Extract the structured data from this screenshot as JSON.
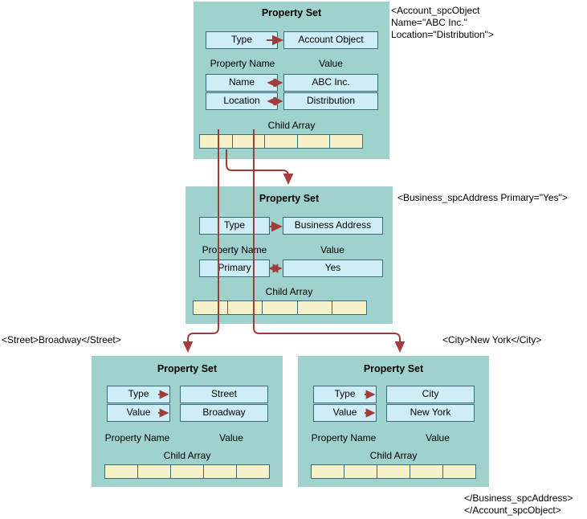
{
  "diagram": {
    "title_label": "Property Set",
    "colors": {
      "panel": "#9fd2cd",
      "cell": "#cdeef6",
      "cell_border": "#3b6a78",
      "child_array": "#f5f2c8",
      "arrow": "#a33b3b"
    },
    "nodes": [
      {
        "id": "account",
        "title": "Property Set",
        "type_label": "Type",
        "type_value": "Account Object",
        "col_headers": {
          "name": "Property Name",
          "value": "Value"
        },
        "rows": [
          {
            "name": "Name",
            "value": "ABC Inc."
          },
          {
            "name": "Location",
            "value": "Distribution"
          }
        ],
        "child_array_label": "Child Array",
        "child_array_cells": 5
      },
      {
        "id": "business-address",
        "title": "Property Set",
        "type_label": "Type",
        "type_value": "Business Address",
        "col_headers": {
          "name": "Property Name",
          "value": "Value"
        },
        "rows": [
          {
            "name": "Primary",
            "value": "Yes"
          }
        ],
        "child_array_label": "Child Array",
        "child_array_cells": 5
      },
      {
        "id": "street",
        "title": "Property Set",
        "rows": [
          {
            "name": "Type",
            "value": "Street"
          },
          {
            "name": "Value",
            "value": "Broadway"
          }
        ],
        "col_headers": {
          "name": "Property Name",
          "value": "Value"
        },
        "child_array_label": "Child Array",
        "child_array_cells": 5
      },
      {
        "id": "city",
        "title": "Property Set",
        "rows": [
          {
            "name": "Type",
            "value": "City"
          },
          {
            "name": "Value",
            "value": "New York"
          }
        ],
        "col_headers": {
          "name": "Property Name",
          "value": "Value"
        },
        "child_array_label": "Child Array",
        "child_array_cells": 5
      }
    ],
    "annotations": {
      "account_open": "<Account_spcObject\nName=\"ABC Inc.\"\nLocation=\"Distribution\">",
      "business_open": "<Business_spcAddress Primary=\"Yes\">",
      "street_element": "<Street>Broadway</Street>",
      "city_element": "<City>New York</City>",
      "business_close": "</Business_spcAddress>",
      "account_close": "</Account_spcObject>"
    }
  }
}
